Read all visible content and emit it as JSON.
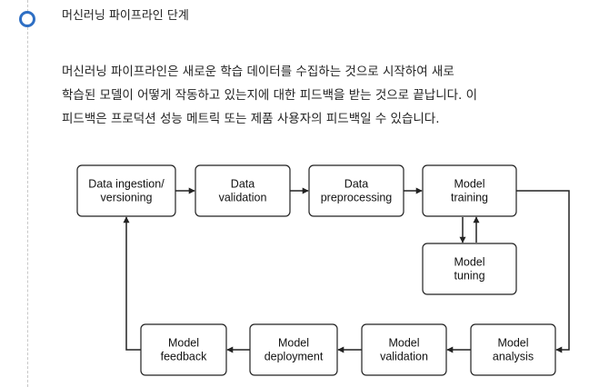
{
  "section": {
    "heading": "머신러닝 파이프라인 단계",
    "paragraph_lines": [
      "머신러닝 파이프라인은 새로운 학습 데이터를 수집하는 것으로 시작하여 새로",
      "학습된 모델이 어떻게 작동하고 있는지에 대한 피드백을 받는 것으로 끝납니다. 이",
      "피드백은 프로덕션 성능 메트릭 또는 제품 사용자의 피드백일 수 있습니다."
    ]
  },
  "diagram": {
    "nodes": [
      {
        "id": "ingestion",
        "lines": [
          "Data ingestion/",
          "versioning"
        ]
      },
      {
        "id": "validation",
        "lines": [
          "Data",
          "validation"
        ]
      },
      {
        "id": "preprocessing",
        "lines": [
          "Data",
          "preprocessing"
        ]
      },
      {
        "id": "training",
        "lines": [
          "Model",
          "training"
        ]
      },
      {
        "id": "tuning",
        "lines": [
          "Model",
          "tuning"
        ]
      },
      {
        "id": "analysis",
        "lines": [
          "Model",
          "analysis"
        ]
      },
      {
        "id": "model-validation",
        "lines": [
          "Model",
          "validation"
        ]
      },
      {
        "id": "deployment",
        "lines": [
          "Model",
          "deployment"
        ]
      },
      {
        "id": "feedback",
        "lines": [
          "Model",
          "feedback"
        ]
      }
    ],
    "edges": [
      {
        "from": "ingestion",
        "to": "validation"
      },
      {
        "from": "validation",
        "to": "preprocessing"
      },
      {
        "from": "preprocessing",
        "to": "training"
      },
      {
        "from": "training",
        "to": "tuning"
      },
      {
        "from": "tuning",
        "to": "training"
      },
      {
        "from": "training",
        "to": "analysis"
      },
      {
        "from": "analysis",
        "to": "model-validation"
      },
      {
        "from": "model-validation",
        "to": "deployment"
      },
      {
        "from": "deployment",
        "to": "feedback"
      },
      {
        "from": "feedback",
        "to": "ingestion"
      }
    ]
  }
}
